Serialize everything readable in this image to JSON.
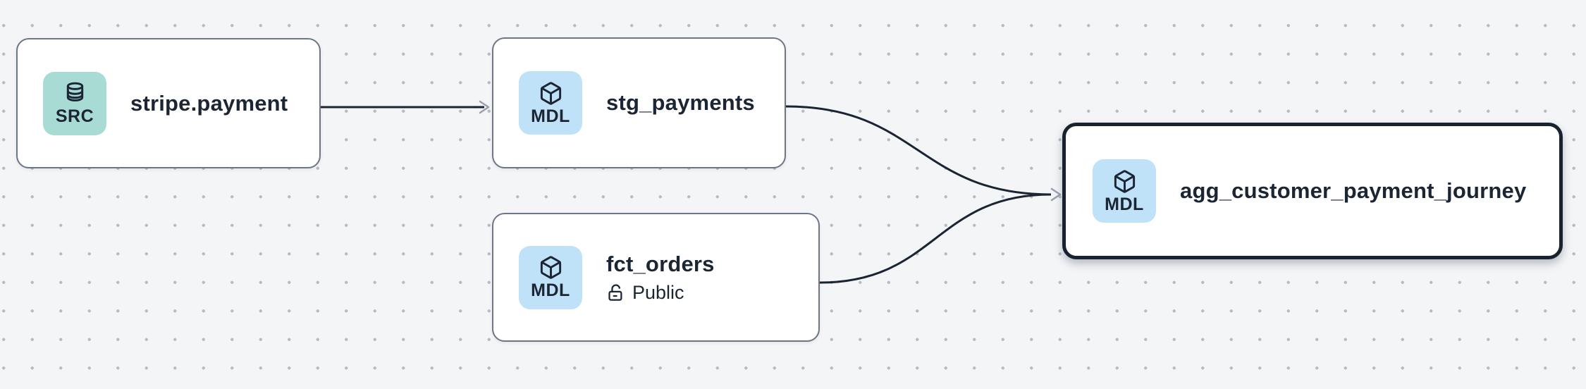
{
  "diagram": {
    "type": "data-lineage-graph",
    "background_color": "#f4f5f7",
    "dot_grid_color": "#b6bcc6",
    "edge_color": "#1b2433",
    "arrowhead_color": "#99a0ac",
    "node_border_color": "#6d7687",
    "selected_node_border_color": "#19222f",
    "text_color": "#1b2534",
    "badge_colors": {
      "source": "#a9dbd5",
      "model": "#bfe2f8"
    }
  },
  "nodes": [
    {
      "id": "stripe.payment",
      "title": "stripe.payment",
      "type": "source",
      "selected": false,
      "badge": {
        "label": "SRC",
        "icon": "database-icon",
        "color": "#a9dbd5"
      }
    },
    {
      "id": "stg_payments",
      "title": "stg_payments",
      "type": "model",
      "selected": false,
      "badge": {
        "label": "MDL",
        "icon": "cube-icon",
        "color": "#bfe2f8"
      }
    },
    {
      "id": "fct_orders",
      "title": "fct_orders",
      "type": "model",
      "selected": false,
      "access": "Public",
      "access_icon": "unlock-icon",
      "badge": {
        "label": "MDL",
        "icon": "cube-icon",
        "color": "#bfe2f8"
      }
    },
    {
      "id": "agg_customer_payment_journey",
      "title": "agg_customer_payment_journey",
      "type": "model",
      "selected": true,
      "badge": {
        "label": "MDL",
        "icon": "cube-icon",
        "color": "#bfe2f8"
      }
    }
  ],
  "edges": [
    {
      "from": "stripe.payment",
      "to": "stg_payments"
    },
    {
      "from": "stg_payments",
      "to": "agg_customer_payment_journey"
    },
    {
      "from": "fct_orders",
      "to": "agg_customer_payment_journey"
    }
  ]
}
